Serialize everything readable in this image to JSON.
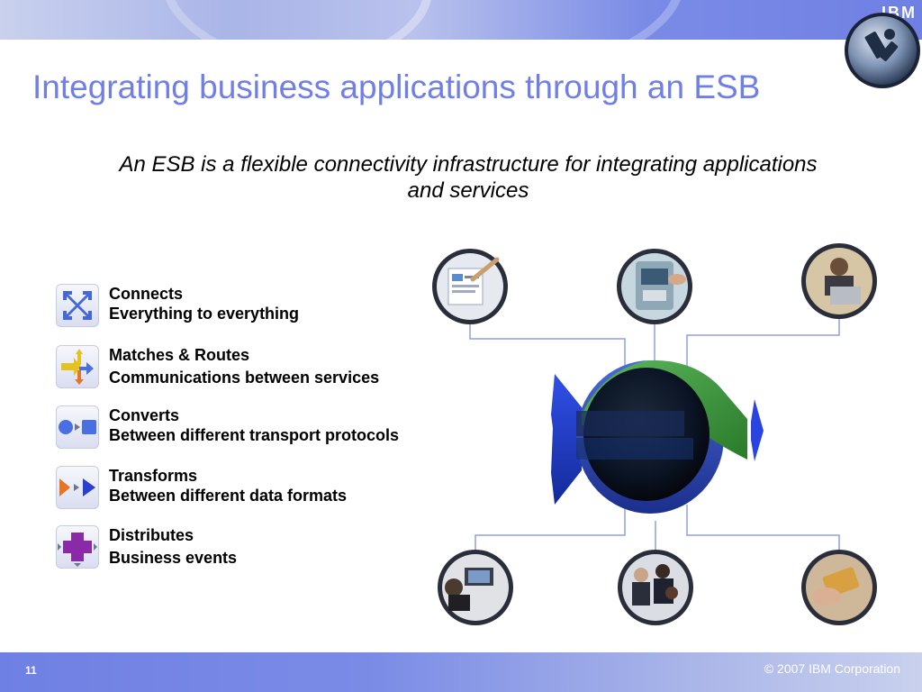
{
  "header": {
    "brand": "IBM",
    "title": "Integrating business applications through an ESB"
  },
  "subtitle": "An ESB is a flexible connectivity infrastructure for integrating applications and services",
  "features": [
    {
      "title": "Connects",
      "desc": "Everything to everything",
      "icon": "cross-arrows-icon"
    },
    {
      "title": "Matches & Routes",
      "desc": "Communications between services",
      "icon": "route-arrows-icon"
    },
    {
      "title": "Converts",
      "desc": "Between different transport protocols",
      "icon": "convert-shapes-icon"
    },
    {
      "title": "Transforms",
      "desc": "Between different data formats",
      "icon": "transform-triangles-icon"
    },
    {
      "title": "Distributes",
      "desc": "Business events",
      "icon": "distribute-cross-icon"
    }
  ],
  "diagram": {
    "photos": [
      "documents-photo",
      "atm-photo",
      "laptop-user-photo",
      "meeting-laptop-photo",
      "office-team-photo",
      "credit-card-photo"
    ],
    "accent_blue": "#2a3fd0",
    "accent_green": "#3c9a3c"
  },
  "footer": {
    "page_number": "11",
    "copyright": "© 2007 IBM Corporation"
  },
  "colors": {
    "title": "#6f7fe6",
    "band": "#7a8be6"
  }
}
